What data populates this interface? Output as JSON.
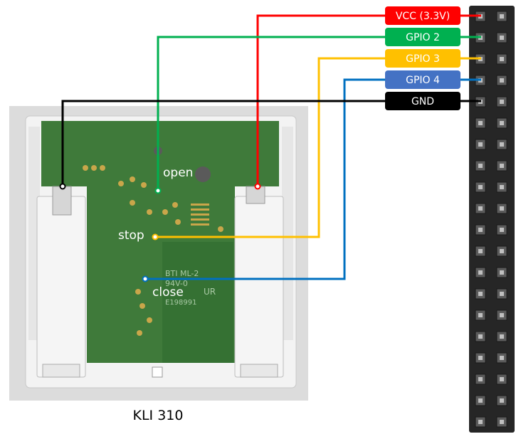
{
  "caption": "KLI 310",
  "board_labels": {
    "open": "open",
    "stop": "stop",
    "close": "close"
  },
  "pcb_silkscreen": {
    "line1": "BTI ML-2",
    "line2": "94V-0",
    "line3": "E198991",
    "ul_mark": "UR"
  },
  "header_labels": [
    {
      "key": "vcc",
      "text": "VCC (3.3V)",
      "bg": "#ff0000",
      "fg": "#ffffff"
    },
    {
      "key": "gpio2",
      "text": "GPIO 2",
      "bg": "#00b050",
      "fg": "#ffffff"
    },
    {
      "key": "gpio3",
      "text": "GPIO 3",
      "bg": "#ffc000",
      "fg": "#ffffff"
    },
    {
      "key": "gpio4",
      "text": "GPIO 4",
      "bg": "#4472c4",
      "fg": "#ffffff"
    },
    {
      "key": "gnd",
      "text": "GND",
      "bg": "#000000",
      "fg": "#ffffff"
    }
  ],
  "wire_colors": {
    "vcc": "#ff0000",
    "gpio2": "#00b050",
    "gpio3": "#ffc000",
    "gpio4": "#0070c0",
    "gnd": "#000000"
  },
  "header_color": "#262626",
  "pcb_color": "#3f7a3a",
  "pin_header": {
    "rows": 20,
    "cols": 2
  }
}
